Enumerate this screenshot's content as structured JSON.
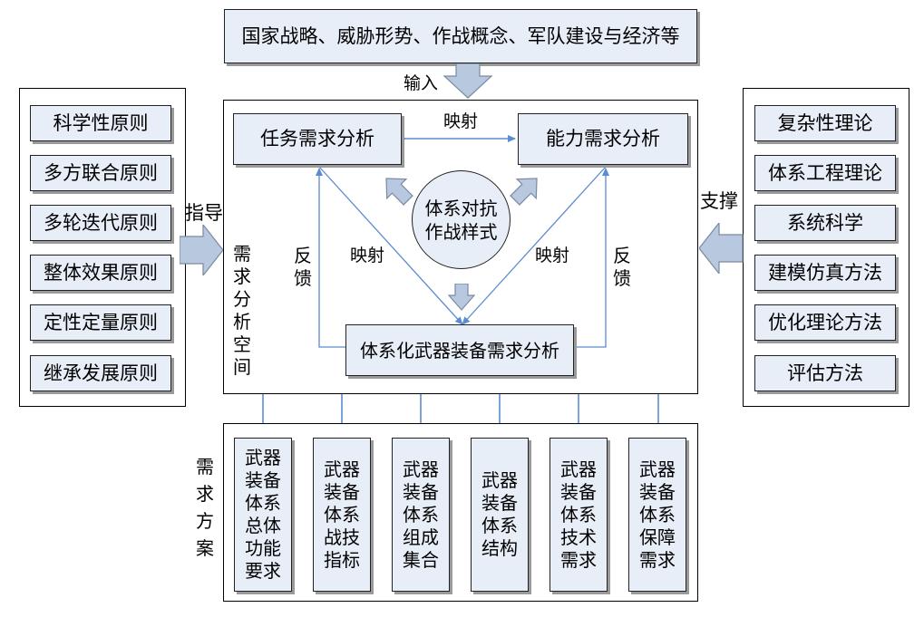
{
  "top_input": "国家战略、威胁形势、作战概念、军队建设与经济等",
  "input_label": "输入",
  "guide_label": "指导",
  "support_label": "支撑",
  "principles": [
    "科学性原则",
    "多方联合原则",
    "多轮迭代原则",
    "整体效果原则",
    "定性定量原则",
    "继承发展原则"
  ],
  "theories": [
    "复杂性理论",
    "体系工程理论",
    "系统科学",
    "建模仿真方法",
    "优化理论方法",
    "评估方法"
  ],
  "center": {
    "task_analysis": "任务需求分析",
    "capability_analysis": "能力需求分析",
    "mapping_top": "映射",
    "core": "体系对抗作战样式",
    "feedback_left": "反馈",
    "mapping_left": "映射",
    "mapping_right": "映射",
    "feedback_right": "反馈",
    "space_label": "需求分析空间",
    "equipment_analysis": "体系化武器装备需求分析"
  },
  "plan_label": "需求方案",
  "plans": [
    "武器装备体系总体功能要求",
    "武器装备体系战技指标",
    "武器装备体系组成集合",
    "武器装备体系结构",
    "武器装备体系技术需求",
    "武器装备体系保障需求"
  ],
  "colors": {
    "box_fill": "#e8eef8",
    "arrow_blue": "#5b8bd0",
    "block_arrow_fill": "#b8c8de"
  }
}
